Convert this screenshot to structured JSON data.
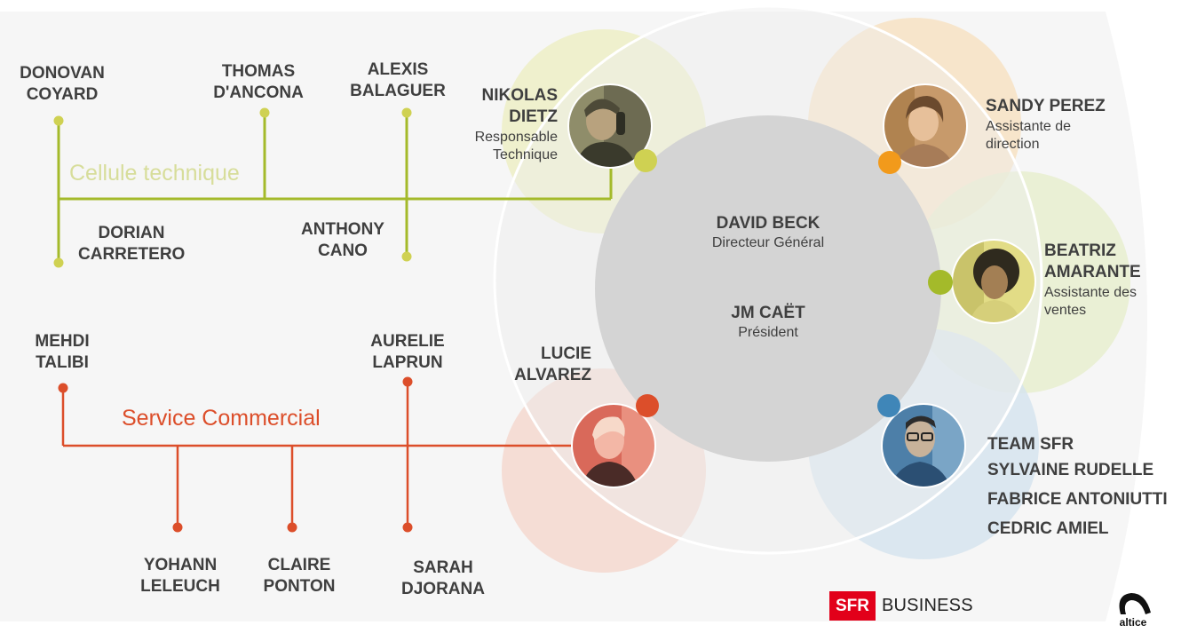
{
  "colors": {
    "technical": "#a4ba2a",
    "technical_dot": "#cfd152",
    "commercial": "#dc4e2a",
    "sandy_accent": "#f29a1b",
    "beatriz_accent": "#a4ba2a",
    "team_accent": "#3f86b8",
    "text": "#3f3f3f",
    "sfr_red": "#e2001a"
  },
  "center": {
    "director": {
      "name": "DAVID BECK",
      "title": "Directeur Général"
    },
    "president": {
      "name": "JM CAËT",
      "title": "Président"
    }
  },
  "cellule_technique": {
    "title": "Cellule technique",
    "lead": {
      "name_line1": "NIKOLAS",
      "name_line2": "DIETZ",
      "role_line1": "Responsable",
      "role_line2": "Technique",
      "avatar_icon": "person-on-phone-icon"
    },
    "members": [
      {
        "line1": "DONOVAN",
        "line2": "COYARD"
      },
      {
        "line1": "THOMAS",
        "line2": "D'ANCONA"
      },
      {
        "line1": "ALEXIS",
        "line2": "BALAGUER"
      },
      {
        "line1": "DORIAN",
        "line2": "CARRETERO"
      },
      {
        "line1": "ANTHONY",
        "line2": "CANO"
      }
    ]
  },
  "service_commercial": {
    "title": "Service Commercial",
    "lead": {
      "name_line1": "LUCIE",
      "name_line2": "ALVAREZ",
      "avatar_icon": "woman-portrait-icon"
    },
    "members": [
      {
        "line1": "MEHDI",
        "line2": "TALIBI"
      },
      {
        "line1": "AURELIE",
        "line2": "LAPRUN"
      },
      {
        "line1": "YOHANN",
        "line2": "LELEUCH"
      },
      {
        "line1": "CLAIRE",
        "line2": "PONTON"
      },
      {
        "line1": "SARAH",
        "line2": "DJORANA"
      }
    ]
  },
  "right_side": {
    "sandy": {
      "name": "SANDY PEREZ",
      "role_line1": "Assistante de",
      "role_line2": "direction",
      "avatar_icon": "woman-portrait-icon"
    },
    "beatriz": {
      "name_line1": "BEATRIZ",
      "name_line2": "AMARANTE",
      "role_line1": "Assistante des",
      "role_line2": "ventes",
      "avatar_icon": "woman-curly-hair-icon"
    },
    "team": {
      "title": "TEAM SFR",
      "members": [
        "SYLVAINE RUDELLE",
        "FABRICE ANTONIUTTI",
        "CEDRIC AMIEL"
      ],
      "avatar_icon": "man-with-glasses-icon"
    }
  },
  "logos": {
    "sfr_box": "SFR",
    "sfr_word": "BUSINESS",
    "altice_word": "altice"
  }
}
